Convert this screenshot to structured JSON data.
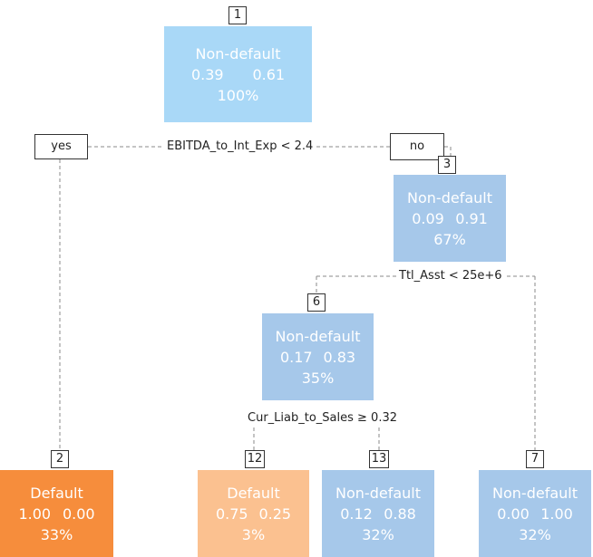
{
  "colors": {
    "node_blue_light": "#a9d8f7",
    "node_blue": "#a6c8ea",
    "node_orange": "#f68d3c",
    "node_orange_light": "#fbc190",
    "text_light": "#ffffff"
  },
  "branch_labels": {
    "yes": "yes",
    "no": "no"
  },
  "splits": [
    {
      "id": "split-1",
      "text": "EBITDA_to_Int_Exp < 2.4"
    },
    {
      "id": "split-3",
      "text": "Ttl_Asst < 25e+6"
    },
    {
      "id": "split-6",
      "text": "Cur_Liab_to_Sales ≥ 0.32"
    }
  ],
  "nodes": [
    {
      "id": "1",
      "class": "Non-default",
      "p0": "0.39",
      "p1": "0.61",
      "pct": "100%",
      "color": "#a9d8f7"
    },
    {
      "id": "3",
      "class": "Non-default",
      "p0": "0.09",
      "p1": "0.91",
      "pct": "67%",
      "color": "#a6c8ea"
    },
    {
      "id": "6",
      "class": "Non-default",
      "p0": "0.17",
      "p1": "0.83",
      "pct": "35%",
      "color": "#a6c8ea"
    },
    {
      "id": "2",
      "class": "Default",
      "p0": "1.00",
      "p1": "0.00",
      "pct": "33%",
      "color": "#f68d3c"
    },
    {
      "id": "12",
      "class": "Default",
      "p0": "0.75",
      "p1": "0.25",
      "pct": "3%",
      "color": "#fbc190"
    },
    {
      "id": "13",
      "class": "Non-default",
      "p0": "0.12",
      "p1": "0.88",
      "pct": "32%",
      "color": "#a6c8ea"
    },
    {
      "id": "7",
      "class": "Non-default",
      "p0": "0.00",
      "p1": "1.00",
      "pct": "32%",
      "color": "#a6c8ea"
    }
  ]
}
